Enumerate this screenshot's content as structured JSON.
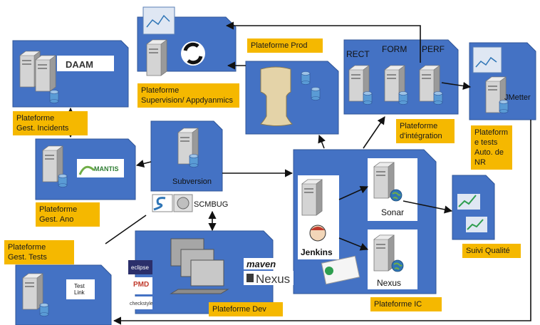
{
  "platforms": {
    "supervision": "Plateforme\nSupervision/ Appdyanmics",
    "prod": "Plateforme Prod",
    "incidents": "Plateforme\nGest. Incidents",
    "ano": "Plateforme\nGest. Ano",
    "tests": "Plateforme\nGest. Tests",
    "dev": "Plateforme Dev",
    "ic": "Plateforme IC",
    "integration": "Plateforme\nd'intégration",
    "nr": "Plateform\ne tests\nAuto. de\nNR",
    "qualite": "Suivi Qualité"
  },
  "env_labels": {
    "rect": "RECT",
    "form": "FORM",
    "perf": "PERF"
  },
  "tools": {
    "subversion": "Subversion",
    "scmbug": "SCMBUG",
    "jenkins": "Jenkins",
    "sonar": "Sonar",
    "nexus_server": "Nexus",
    "jmetter": "JMetter",
    "maven": "maven",
    "nexus_logo": "Nexus",
    "daam": "DAAM",
    "mantis": "MANTIS",
    "testlink": "Test\nLink",
    "eclipse": "eclipse",
    "pmd": "PMD",
    "checkstyle": "checkstyle"
  },
  "colors": {
    "panel": "#4472c4",
    "label": "#f5b800",
    "server": "#c8c8c8",
    "arrow": "#111111"
  }
}
